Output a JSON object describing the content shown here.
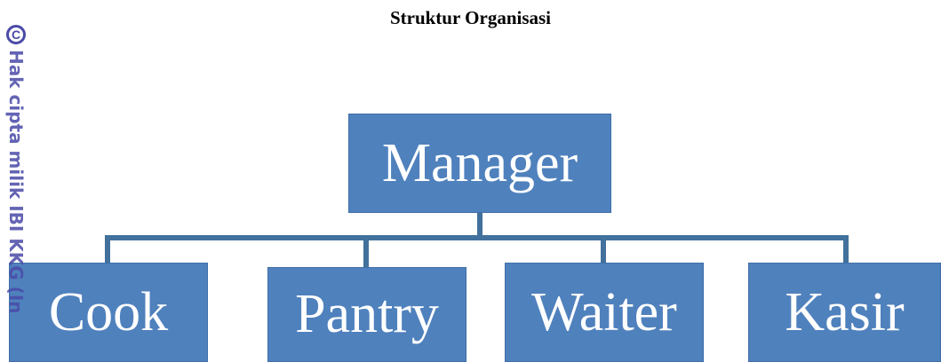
{
  "title": "Struktur Organisasi",
  "watermark": {
    "symbol": "C",
    "text": "Hak cipta milik IBI KKG (In"
  },
  "org": {
    "root": "Manager",
    "children": [
      "Cook",
      "Pantry",
      "Waiter",
      "Kasir"
    ]
  },
  "colors": {
    "box_fill": "#4f81bd",
    "connector": "#41719c",
    "watermark": "#4a4aa8"
  }
}
